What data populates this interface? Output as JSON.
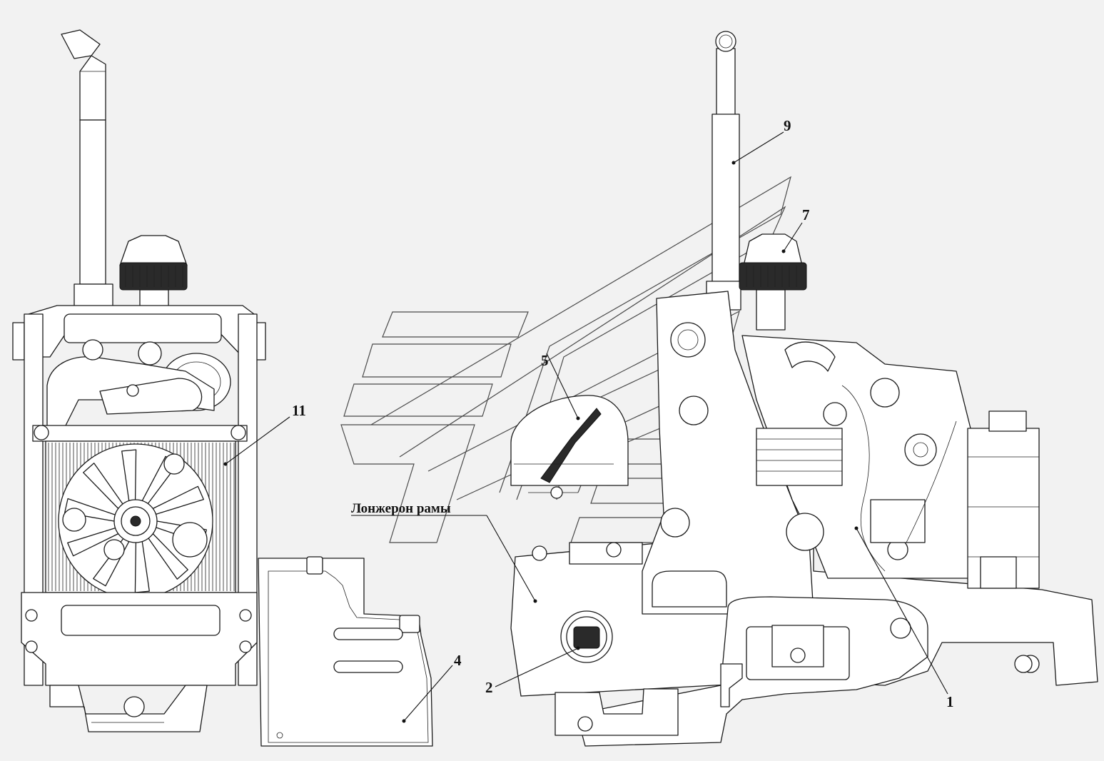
{
  "callouts": [
    {
      "id": "1",
      "text": "1"
    },
    {
      "id": "2",
      "text": "2"
    },
    {
      "id": "4",
      "text": "4"
    },
    {
      "id": "5",
      "text": "5"
    },
    {
      "id": "7",
      "text": "7"
    },
    {
      "id": "9",
      "text": "9"
    },
    {
      "id": "11",
      "text": "11"
    }
  ],
  "annotations": {
    "frame_rail": "Лонжерон рамы"
  },
  "colors": {
    "background": "#f2f2f2",
    "line": "#1a1a1a",
    "fill": "#ffffff"
  }
}
